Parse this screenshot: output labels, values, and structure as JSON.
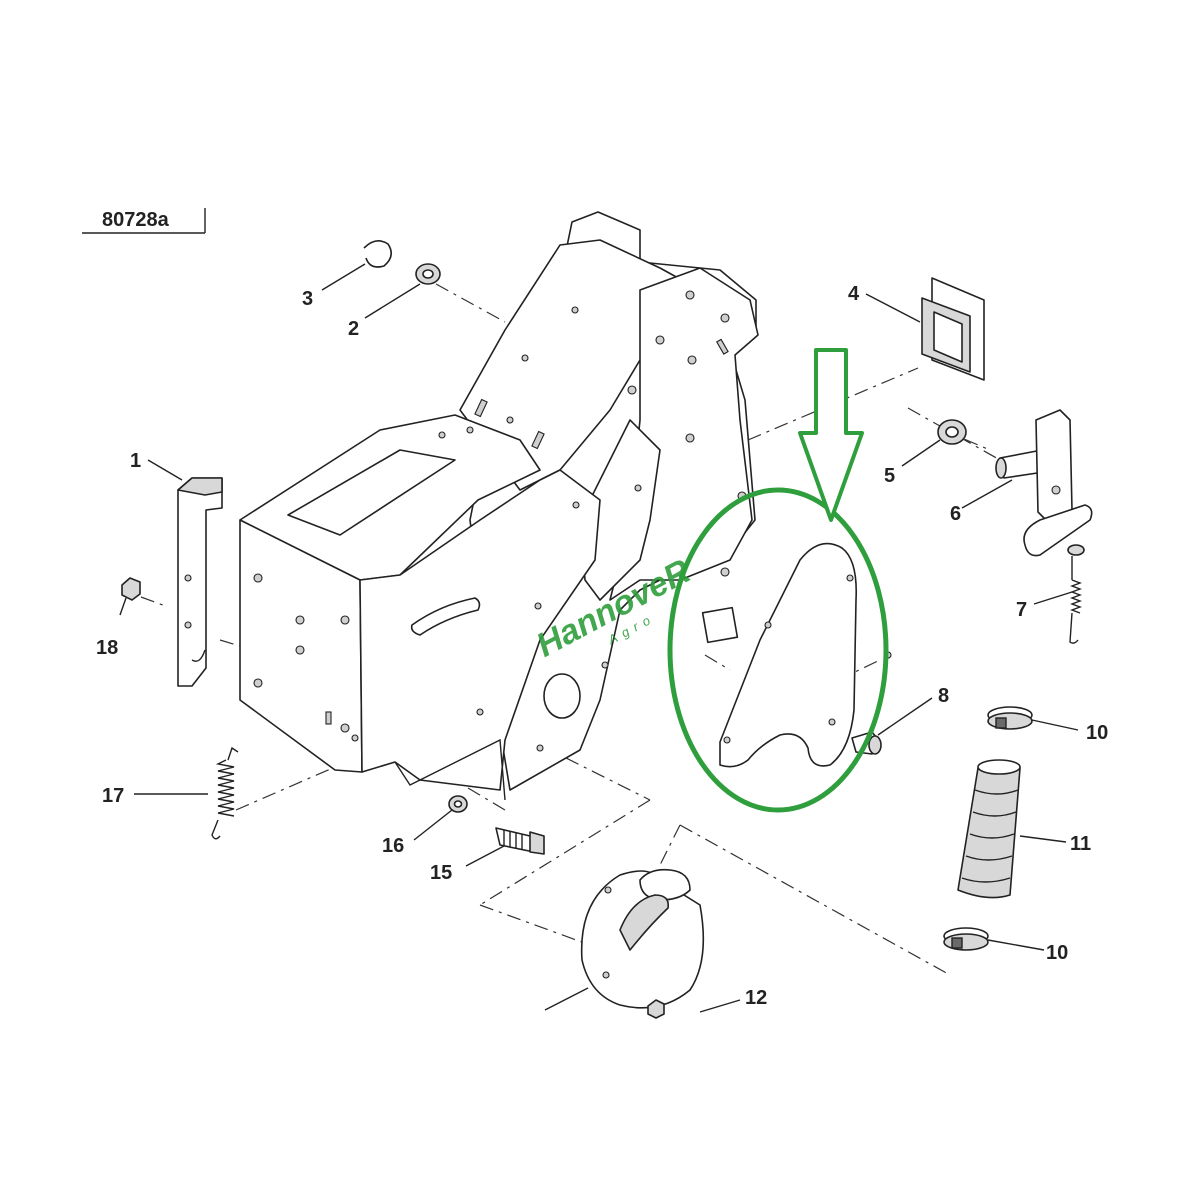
{
  "diagram": {
    "diagram_number": "80728a",
    "callouts": [
      {
        "id": "c1",
        "text": "1"
      },
      {
        "id": "c2",
        "text": "2"
      },
      {
        "id": "c3",
        "text": "3"
      },
      {
        "id": "c4",
        "text": "4"
      },
      {
        "id": "c5",
        "text": "5"
      },
      {
        "id": "c6",
        "text": "6"
      },
      {
        "id": "c7",
        "text": "7"
      },
      {
        "id": "c8",
        "text": "8"
      },
      {
        "id": "c10a",
        "text": "10"
      },
      {
        "id": "c10b",
        "text": "10"
      },
      {
        "id": "c11",
        "text": "11"
      },
      {
        "id": "c12",
        "text": "12"
      },
      {
        "id": "c15",
        "text": "15"
      },
      {
        "id": "c16",
        "text": "16"
      },
      {
        "id": "c17",
        "text": "17"
      },
      {
        "id": "c18",
        "text": "18"
      }
    ],
    "watermark": {
      "brand": "HannoveR",
      "sub": "Agro"
    },
    "highlight": {
      "color": "#2f9e3c",
      "shape": "ellipse-with-down-arrow"
    }
  }
}
